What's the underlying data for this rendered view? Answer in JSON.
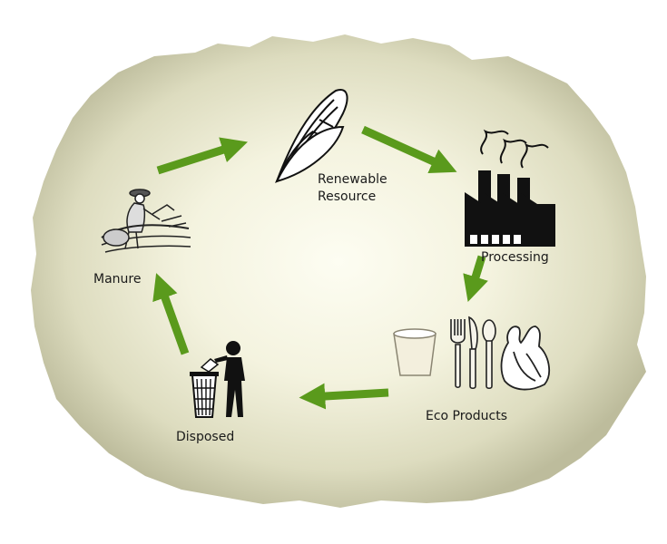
{
  "colors": {
    "arrow": "#5a9a1c",
    "blob_center": "#fcfcee",
    "blob_edge": "#c9c8a8",
    "icon": "#111111"
  },
  "stages": [
    {
      "label": "Renewable Resource",
      "icon": "corn-icon"
    },
    {
      "label": "Processing",
      "icon": "factory-icon"
    },
    {
      "label": "Eco Products",
      "icon": "cup-cutlery-bag-icon"
    },
    {
      "label": "Disposed",
      "icon": "trash-person-icon"
    },
    {
      "label": "Manure",
      "icon": "farmer-icon"
    }
  ],
  "renewable": {
    "line1": "Renewable",
    "line2": "Resource"
  }
}
